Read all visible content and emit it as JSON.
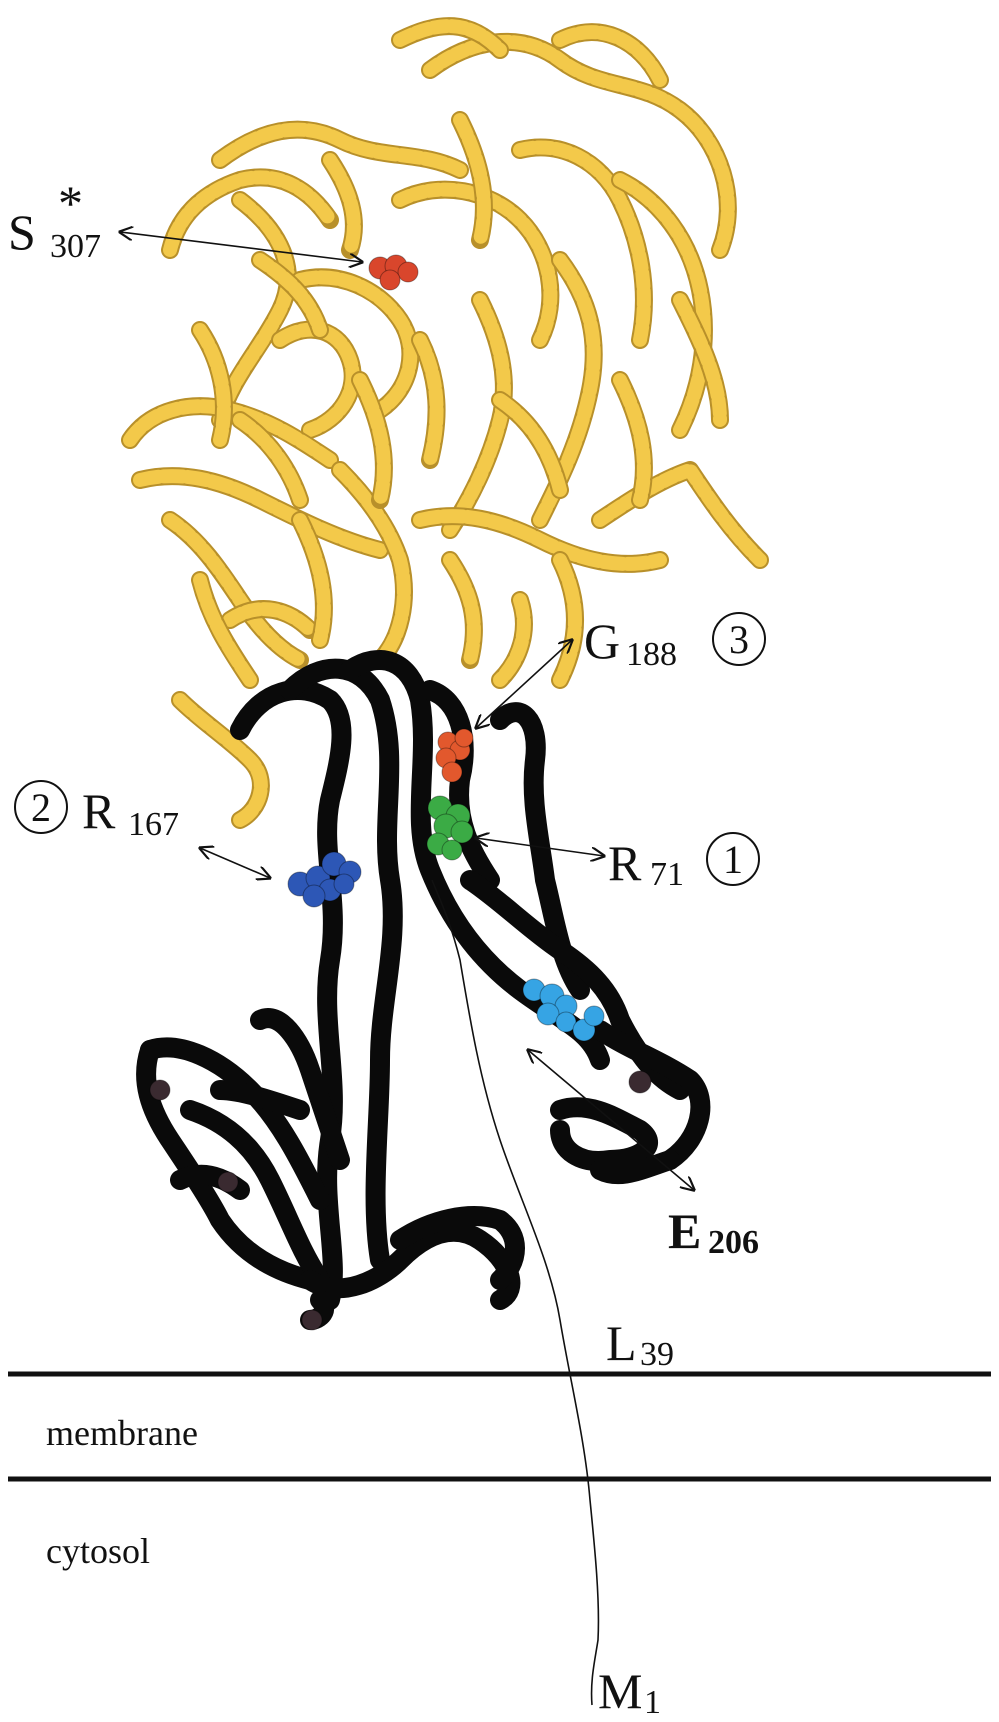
{
  "labels": {
    "s307": {
      "letter": "S",
      "sub": "307",
      "sup": "*"
    },
    "g188": {
      "letter": "G",
      "sub": "188",
      "circle": "3"
    },
    "r167": {
      "letter": "R",
      "sub": "167",
      "circle": "2"
    },
    "r71": {
      "letter": "R",
      "sub": "71",
      "circle": "1"
    },
    "e206": {
      "letter": "E",
      "sub": "206"
    },
    "l39": {
      "letter": "L",
      "sub": "39"
    },
    "m1": {
      "letter": "M",
      "sub": "1"
    }
  },
  "regions": {
    "membrane": "membrane",
    "cytosol": "cytosol"
  },
  "colors": {
    "catalytic_domain": "#f3c94a",
    "catalytic_domain_edge": "#b8902a",
    "stem_domain": "#0a0a0a",
    "residue_s307": "#d9462c",
    "residue_g188": "#e2582d",
    "residue_r71": "#3bab45",
    "residue_r167": "#2d57b6",
    "residue_e206": "#36a4e4",
    "dark_residues": "#3a2a30"
  }
}
